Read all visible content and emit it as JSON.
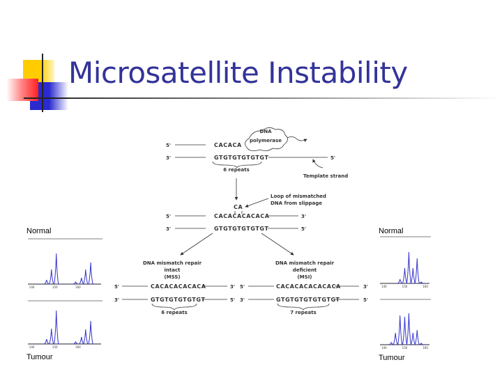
{
  "slide": {
    "title": "Microsatellite Instability",
    "accent_colors": {
      "title": "#333399",
      "logo_yellow": "#ffcc00",
      "logo_red": "#ff3333",
      "logo_blue": "#3333cc"
    }
  },
  "diagram": {
    "top": {
      "strand1_5": "5'",
      "strand1_seq": "CACACA",
      "polymerase_l1": "DNA",
      "polymerase_l2": "polymerase",
      "strand2_3": "3'",
      "strand2_seq": "GTGTGTGTGTGT",
      "strand2_5": "5'",
      "repeats": "6 repeats",
      "template": "Template strand"
    },
    "middle": {
      "loop_l1": "Loop of mismatched",
      "loop_l2": "DNA from slippage",
      "loop_seq": "CA",
      "s1_5": "5'",
      "s1_seq": "CACACACACACA",
      "s1_3": "3'",
      "s2_3": "3'",
      "s2_seq": "GTGTGTGTGTGT",
      "s2_5": "5'"
    },
    "left": {
      "l1": "DNA mismatch repair",
      "l2": "intact",
      "l3": "(MSS)",
      "s1_5": "5'",
      "s1_seq": "CACACACACACA",
      "s1_3": "3'",
      "s2_3": "3'",
      "s2_seq": "GTGTGTGTGTGT",
      "s2_5": "5'",
      "repeats": "6 repeats"
    },
    "right": {
      "l1": "DNA mismatch repair",
      "l2": "deficient",
      "l3": "(MSI)",
      "s1_5": "5'",
      "s1_seq": "CACACACACACACA",
      "s1_3": "3'",
      "s2_3": "3'",
      "s2_seq": "GTGTGTGTGTGTGT",
      "s2_5": "5'",
      "repeats": "7 repeats"
    }
  },
  "traces": {
    "line_color": "#3333cc",
    "left_normal_label": "Normal",
    "left_tumour_label": "Tumour",
    "right_normal_label": "Normal",
    "right_tumour_label": "Tumour",
    "left_ticks": [
      "140",
      "150",
      "160"
    ],
    "right_ticks": [
      "140",
      "150",
      "160"
    ],
    "left_normal_peaks": [
      [
        146.4,
        6
      ],
      [
        148.5,
        21
      ],
      [
        150.6,
        44
      ],
      [
        159,
        3
      ],
      [
        161.5,
        9
      ],
      [
        163.3,
        21
      ],
      [
        165.5,
        31
      ]
    ],
    "left_tumour_peaks": [
      [
        146.4,
        7
      ],
      [
        148.5,
        22
      ],
      [
        150.6,
        48
      ],
      [
        159,
        3
      ],
      [
        161.5,
        10
      ],
      [
        163.3,
        21
      ],
      [
        165.5,
        33
      ]
    ],
    "right_normal_peaks": [
      [
        147.7,
        6
      ],
      [
        150,
        22
      ],
      [
        152,
        45
      ],
      [
        154,
        22
      ],
      [
        156,
        36
      ],
      [
        158,
        2
      ]
    ],
    "right_tumour_peaks": [
      [
        143.5,
        3
      ],
      [
        145.5,
        17
      ],
      [
        147.7,
        42
      ],
      [
        150,
        40
      ],
      [
        152,
        45
      ],
      [
        154,
        17
      ],
      [
        156,
        21
      ],
      [
        158,
        2
      ]
    ]
  }
}
